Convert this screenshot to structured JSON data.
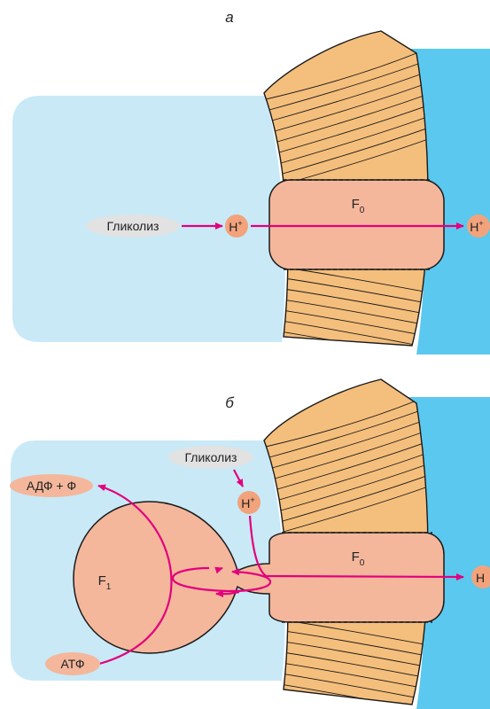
{
  "panel_a": {
    "letter": "а",
    "glycolysis": "Гликолиз",
    "proton": "H",
    "proton_sup": "+",
    "f0": "F",
    "f0_sub": "0",
    "proton_out": "H",
    "proton_out_sup": "+"
  },
  "panel_b": {
    "letter": "б",
    "glycolysis": "Гликолиз",
    "proton": "H",
    "proton_sup": "+",
    "f0": "F",
    "f0_sub": "0",
    "f1": "F",
    "f1_sub": "1",
    "adp": "АДФ + Ф",
    "atp": "АТФ",
    "proton_out": "H"
  },
  "colors": {
    "cytoplasm": "#c9e9f7",
    "outside": "#5bc8ef",
    "membrane": "#f4be7c",
    "protein": "#f4b79c",
    "label_bg": "#e2e2e2",
    "arrow": "#e3007d"
  }
}
